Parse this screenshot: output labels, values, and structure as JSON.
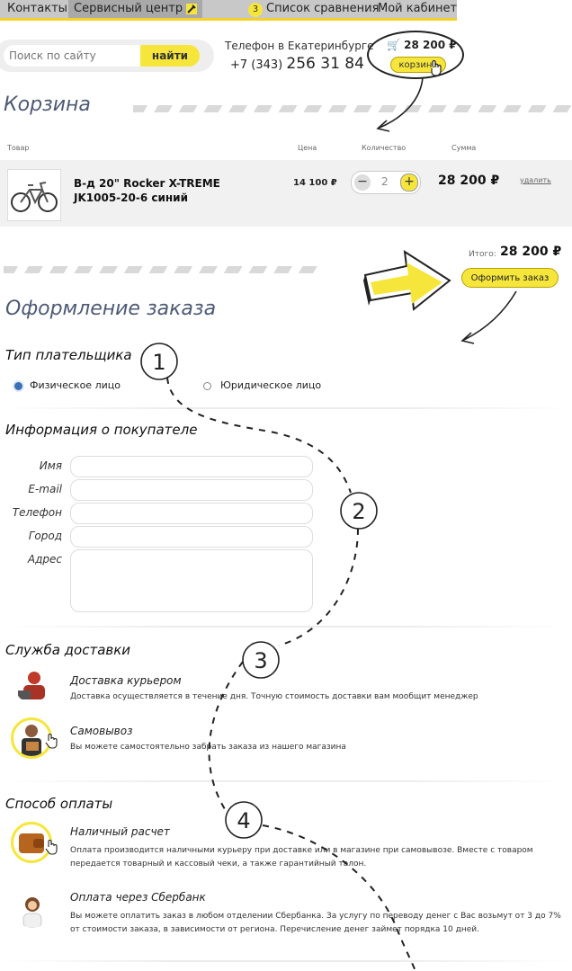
{
  "nav": {
    "contacts": "Контакты",
    "service": "Сервисный центр",
    "compare_count": "3",
    "compare": "Список сравнения",
    "account": "Мой кабинет"
  },
  "search": {
    "placeholder": "Поиск по сайту",
    "button": "найти"
  },
  "phone": {
    "label": "Телефон в Екатеринбурге",
    "prefix": "+7 (343)",
    "number": "256 31 84"
  },
  "cart": {
    "total": "28 200 ₽",
    "button": "корзина"
  },
  "basket": {
    "title": "Корзина",
    "columns": {
      "product": "Товар",
      "price": "Цена",
      "qty": "Количество",
      "sum": "Сумма"
    },
    "item": {
      "name": "В-д 20\" Rocker X-TREME JK1005-20-6 синий",
      "price": "14 100 ₽",
      "qty": "2",
      "sum": "28 200 ₽",
      "delete": "удалить"
    },
    "total_label": "Итого:",
    "total": "28 200 ₽",
    "order_button": "Оформить заказ"
  },
  "checkout": {
    "title": "Оформление заказа",
    "payer": {
      "title": "Тип плательщика",
      "options": [
        "Физическое лицо",
        "Юридическое лицо"
      ]
    },
    "buyer": {
      "title": "Информация о покупателе",
      "fields": [
        "Имя",
        "E-mail",
        "Телефон",
        "Город",
        "Адрес"
      ]
    },
    "delivery": {
      "title": "Служба доставки",
      "options": [
        {
          "title": "Доставка курьером",
          "desc": "Доставка осуществляется в течение дня. Точную стоимость доставки вам мообщит менеджер"
        },
        {
          "title": "Самовывоз",
          "desc": "Вы можете самостоятельно забрать заказа из нашего магазина"
        }
      ]
    },
    "payment": {
      "title": "Способ оплаты",
      "options": [
        {
          "title": "Наличный расчет",
          "desc": "Оплата производится наличными курьеру при доставке или в магазине при самовывозе. Вместе с товаром передается товарный и кассовый чеки, а также гарантийный талон."
        },
        {
          "title": "Оплата через Сбербанк",
          "desc": "Вы можете оплатить заказ в любом отделении Сбербанка. За услугу по переводу денег с Вас возьмут от 3 до 7% от стоимости заказа, в зависимости от региона. Перечисление денег займет порядка 10 дней."
        }
      ]
    }
  },
  "steps": [
    "1",
    "2",
    "3",
    "4"
  ],
  "colors": {
    "accent": "#f6e63c",
    "heading": "#4e5a74",
    "radio": "#3b6fb6"
  }
}
